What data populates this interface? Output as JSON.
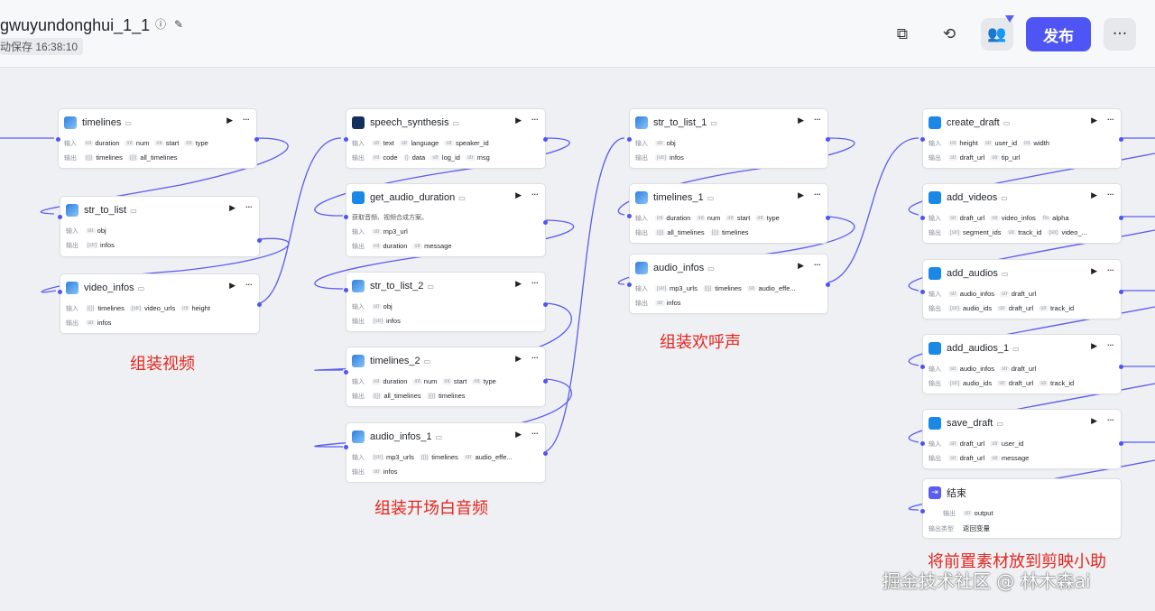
{
  "header": {
    "title": "gwuyundonghui_1_1",
    "autosave": "动保存 16:38:10",
    "publish_label": "发布",
    "more_label": "···"
  },
  "nodes": {
    "timelines": {
      "title": "timelines",
      "in": [
        "duration",
        "num",
        "start",
        "type"
      ],
      "in_types": [
        "int",
        "int",
        "int",
        "int"
      ],
      "out": [
        "timelines",
        "all_timelines"
      ],
      "out_types": [
        "[{}]",
        "[{}]"
      ]
    },
    "str_to_list": {
      "title": "str_to_list",
      "in": [
        "obj"
      ],
      "in_types": [
        "str"
      ],
      "out": [
        "infos"
      ],
      "out_types": [
        "[str]"
      ]
    },
    "video_infos": {
      "title": "video_infos",
      "in": [
        "timelines",
        "video_urls",
        "height"
      ],
      "in_types": [
        "[{}]",
        "[str]",
        "int"
      ],
      "out": [
        "infos"
      ],
      "out_types": [
        "str"
      ]
    },
    "speech_synthesis": {
      "title": "speech_synthesis",
      "in": [
        "text",
        "language",
        "speaker_id"
      ],
      "in_types": [
        "str",
        "str",
        "str"
      ],
      "out": [
        "code",
        "data",
        "log_id",
        "msg"
      ],
      "out_types": [
        "int",
        "{}",
        "str",
        "str"
      ]
    },
    "get_audio_duration": {
      "title": "get_audio_duration",
      "desc": "获取音频、视频合成方案。",
      "in": [
        "mp3_url"
      ],
      "in_types": [
        "str"
      ],
      "out": [
        "duration",
        "message"
      ],
      "out_types": [
        "int",
        "str"
      ]
    },
    "str_to_list_2": {
      "title": "str_to_list_2",
      "in": [
        "obj"
      ],
      "in_types": [
        "str"
      ],
      "out": [
        "infos"
      ],
      "out_types": [
        "[str]"
      ]
    },
    "timelines_2": {
      "title": "timelines_2",
      "in": [
        "duration",
        "num",
        "start",
        "type"
      ],
      "in_types": [
        "int",
        "int",
        "int",
        "int"
      ],
      "out": [
        "all_timelines",
        "timelines"
      ],
      "out_types": [
        "[{}]",
        "[{}]"
      ]
    },
    "audio_infos_1": {
      "title": "audio_infos_1",
      "in": [
        "mp3_urls",
        "timelines",
        "audio_effe..."
      ],
      "in_types": [
        "[str]",
        "[{}]",
        "str"
      ],
      "out": [
        "infos"
      ],
      "out_types": [
        "str"
      ]
    },
    "str_to_list_1": {
      "title": "str_to_list_1",
      "in": [
        "obj"
      ],
      "in_types": [
        "str"
      ],
      "out": [
        "infos"
      ],
      "out_types": [
        "[str]"
      ]
    },
    "timelines_1": {
      "title": "timelines_1",
      "in": [
        "duration",
        "num",
        "start",
        "type"
      ],
      "in_types": [
        "int",
        "int",
        "int",
        "int"
      ],
      "out": [
        "all_timelines",
        "timelines"
      ],
      "out_types": [
        "[{}]",
        "[{}]"
      ]
    },
    "audio_infos": {
      "title": "audio_infos",
      "in": [
        "mp3_urls",
        "timelines",
        "audio_effe..."
      ],
      "in_types": [
        "[str]",
        "[{}]",
        "str"
      ],
      "out": [
        "infos"
      ],
      "out_types": [
        "str"
      ]
    },
    "create_draft": {
      "title": "create_draft",
      "in": [
        "height",
        "user_id",
        "width"
      ],
      "in_types": [
        "int",
        "str",
        "int"
      ],
      "out": [
        "draft_url",
        "tip_url"
      ],
      "out_types": [
        "str",
        "str"
      ]
    },
    "add_videos": {
      "title": "add_videos",
      "in": [
        "draft_url",
        "video_infos",
        "alpha"
      ],
      "in_types": [
        "str",
        "str",
        "flo"
      ],
      "out": [
        "segment_ids",
        "track_id",
        "video_..."
      ],
      "out_types": [
        "[str]",
        "str",
        "[str]"
      ]
    },
    "add_audios": {
      "title": "add_audios",
      "in": [
        "audio_infos",
        "draft_url"
      ],
      "in_types": [
        "str",
        "str"
      ],
      "out": [
        "audio_ids",
        "draft_url",
        "track_id"
      ],
      "out_types": [
        "[str]",
        "str",
        "str"
      ]
    },
    "add_audios_1": {
      "title": "add_audios_1",
      "in": [
        "audio_infos",
        "draft_url"
      ],
      "in_types": [
        "str",
        "str"
      ],
      "out": [
        "audio_ids",
        "draft_url",
        "track_id"
      ],
      "out_types": [
        "[str]",
        "str",
        "str"
      ]
    },
    "save_draft": {
      "title": "save_draft",
      "in": [
        "draft_url",
        "user_id"
      ],
      "in_types": [
        "str",
        "str"
      ],
      "out": [
        "draft_url",
        "message"
      ],
      "out_types": [
        "str",
        "str"
      ]
    },
    "end": {
      "title": "结束",
      "out_label": "输出",
      "out": [
        "output"
      ],
      "out_types": [
        "str"
      ],
      "mode_label": "输出类型",
      "mode_value": "返回变量"
    }
  },
  "labels": {
    "in": "输入",
    "out": "输出",
    "run": "▶",
    "more": "···"
  },
  "notes": {
    "video": "组装视频",
    "cheer": "组装欢呼声",
    "opening": "组装开场白音频",
    "draft": "将前置素材放到剪映小助"
  },
  "watermark": "掘金技术社区 @ 林木森ai"
}
